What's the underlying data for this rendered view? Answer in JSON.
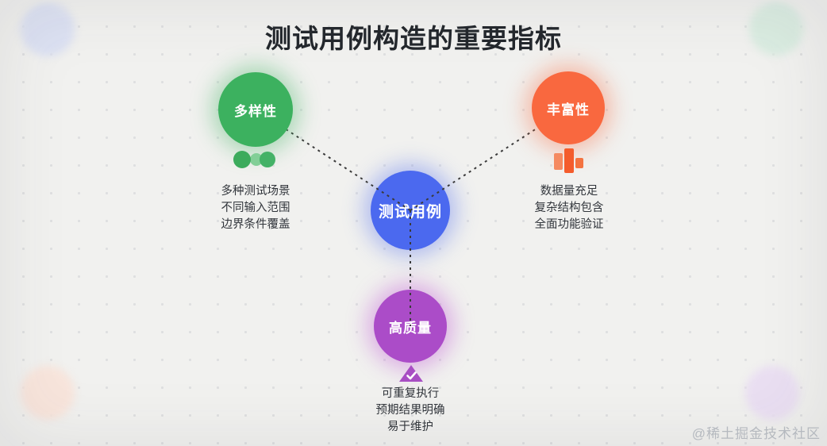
{
  "title": "测试用例构造的重要指标",
  "watermark": "@稀土掘金技术社区",
  "colors": {
    "background": "#f1f1ef",
    "title_text": "#24282d",
    "detail_text": "#31353b",
    "connector_line": "#3a3a3a",
    "center_blue": "#4b69ef",
    "green": "#3cb15f",
    "orange": "#f9683f",
    "purple": "#ab4cc8",
    "watermark_text": "#b5b9bf"
  },
  "center": {
    "label": "测试用例"
  },
  "nodes": [
    {
      "id": "diversity",
      "label": "多样性",
      "icon": "dots-icon",
      "details": [
        "多种测试场景",
        "不同输入范围",
        "边界条件覆盖"
      ]
    },
    {
      "id": "richness",
      "label": "丰富性",
      "icon": "bar-chart-icon",
      "details": [
        "数据量充足",
        "复杂结构包含",
        "全面功能验证"
      ]
    },
    {
      "id": "quality",
      "label": "高质量",
      "icon": "check-triangle-icon",
      "details": [
        "可重复执行",
        "预期结果明确",
        "易于维护"
      ]
    }
  ]
}
